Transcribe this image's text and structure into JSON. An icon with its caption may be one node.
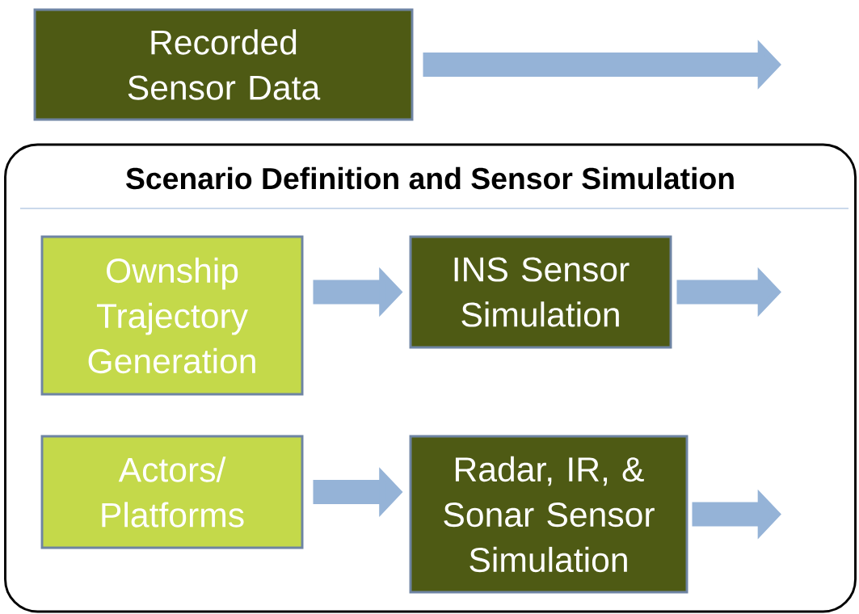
{
  "diagram": {
    "nodes": [
      {
        "text": [
          "Recorded Sensor Data"
        ]
      },
      {
        "text": [
          "Scenario Definition and Sensor Simulation"
        ]
      },
      {
        "text": [
          "Ownship Trajectory Generation"
        ],
        "in": 1
      },
      {
        "text": [
          "INS Sensor Simulation"
        ],
        "in": 1
      },
      {
        "text": [
          "Actors/ Platforms"
        ],
        "in": 1
      },
      {
        "text": [
          "Radar, IR, & Sonar Sensor Simulation"
        ],
        "in": 1
      }
    ],
    "edges": [
      {
        "from": 0,
        "to": null,
        "arrow": "to"
      },
      {
        "from": 2,
        "to": 3,
        "arrow": "to"
      },
      {
        "from": 3,
        "to": null,
        "arrow": "to"
      },
      {
        "from": 4,
        "to": 5,
        "arrow": "to"
      },
      {
        "from": 5,
        "to": null,
        "arrow": "to"
      }
    ]
  }
}
